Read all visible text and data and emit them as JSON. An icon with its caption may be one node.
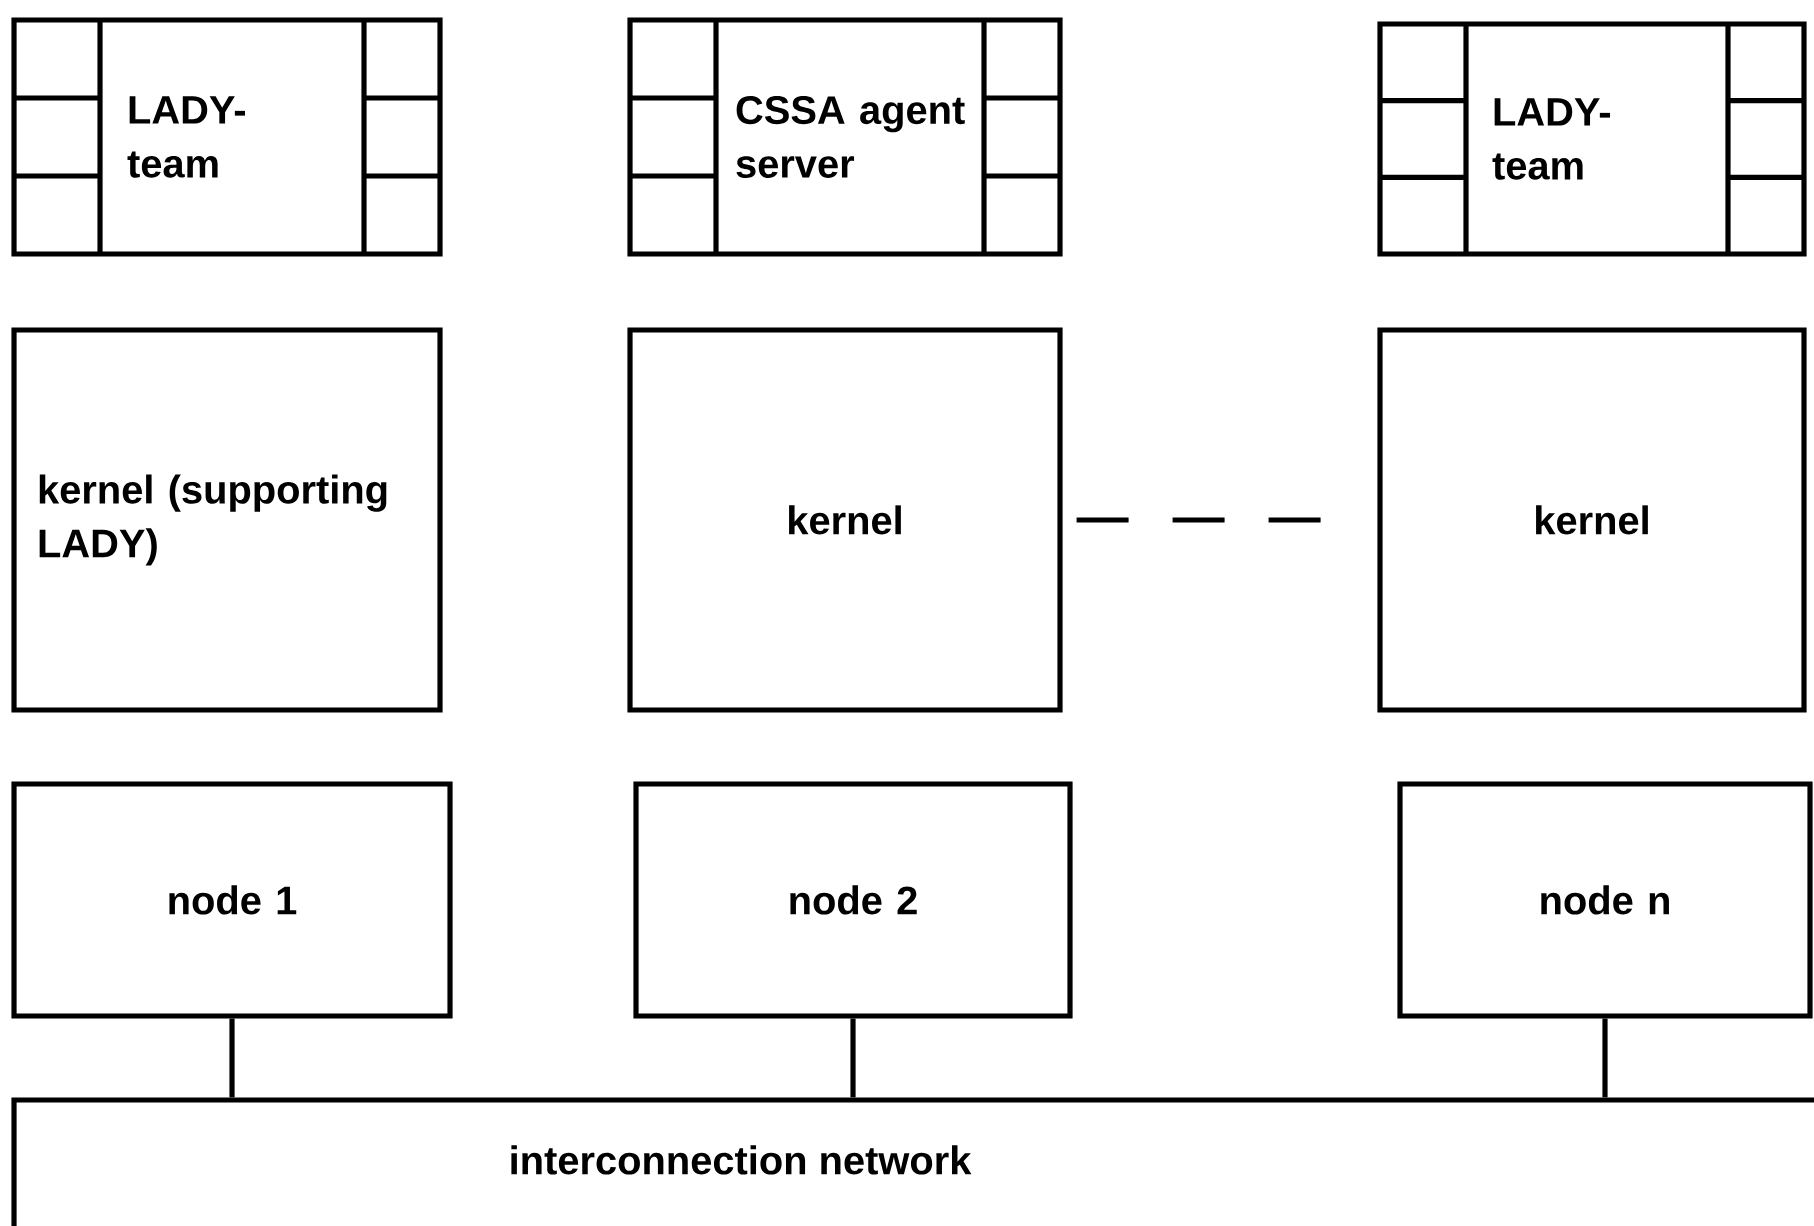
{
  "diagram": {
    "nodes": [
      {
        "text": [
          "LADY- team"
        ]
      },
      {
        "text": [
          "CSSA agent server"
        ]
      },
      {
        "text": [
          "LADY- team"
        ]
      },
      {
        "text": [
          "kernel (supporting LADY)"
        ]
      },
      {
        "text": [
          "kernel"
        ]
      },
      {
        "text": [
          "kernel"
        ]
      },
      {
        "text": [
          "node 1"
        ]
      },
      {
        "text": [
          "node 2"
        ]
      },
      {
        "text": [
          "node n"
        ]
      },
      {
        "text": [
          "interconnection network"
        ]
      }
    ],
    "edges": [
      {
        "from": 4,
        "to": 5,
        "arrow": "none",
        "style": "dashed"
      },
      {
        "from": 6,
        "to": 9,
        "arrow": "none"
      },
      {
        "from": 7,
        "to": 9,
        "arrow": "none"
      },
      {
        "from": 8,
        "to": 9,
        "arrow": "none"
      }
    ]
  }
}
